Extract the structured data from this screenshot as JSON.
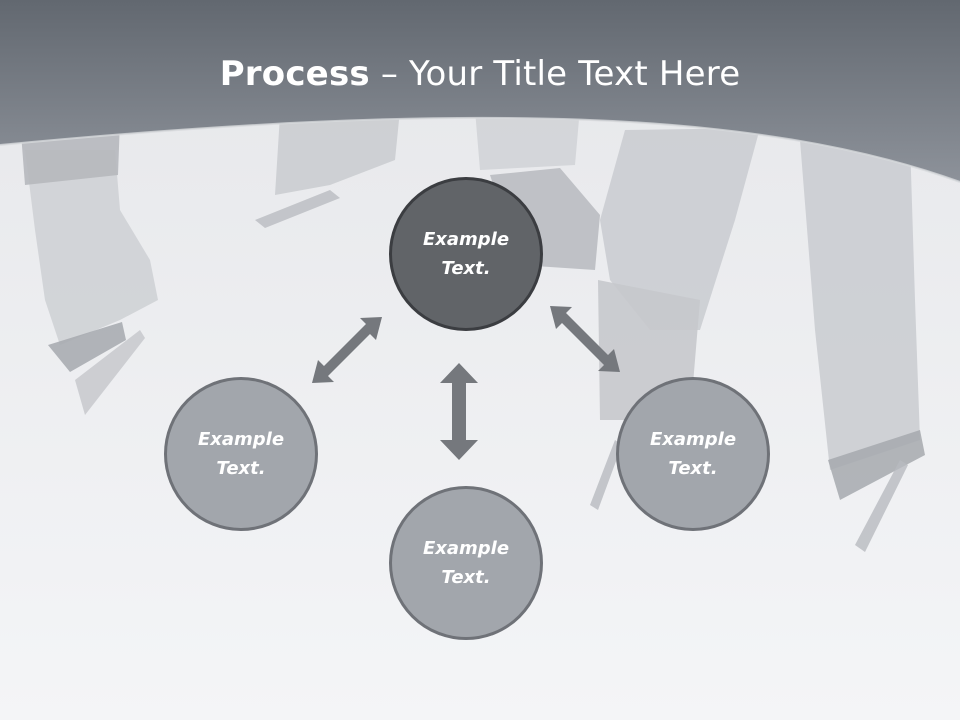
{
  "slide": {
    "title_bold": "Process",
    "title_rest": " – Your Title Text Here"
  },
  "diagram": {
    "nodes": [
      {
        "label": "Example\nText."
      },
      {
        "label": "Example\nText."
      },
      {
        "label": "Example\nText."
      },
      {
        "label": "Example\nText."
      }
    ]
  },
  "colors": {
    "header": "#7e838b",
    "center_node": "#616468",
    "outer_node": "#a2a6ac",
    "arrows": "#75787d",
    "title_text": "#ffffff"
  },
  "icons": {
    "arrows": "double-headed-arrow-icon"
  }
}
